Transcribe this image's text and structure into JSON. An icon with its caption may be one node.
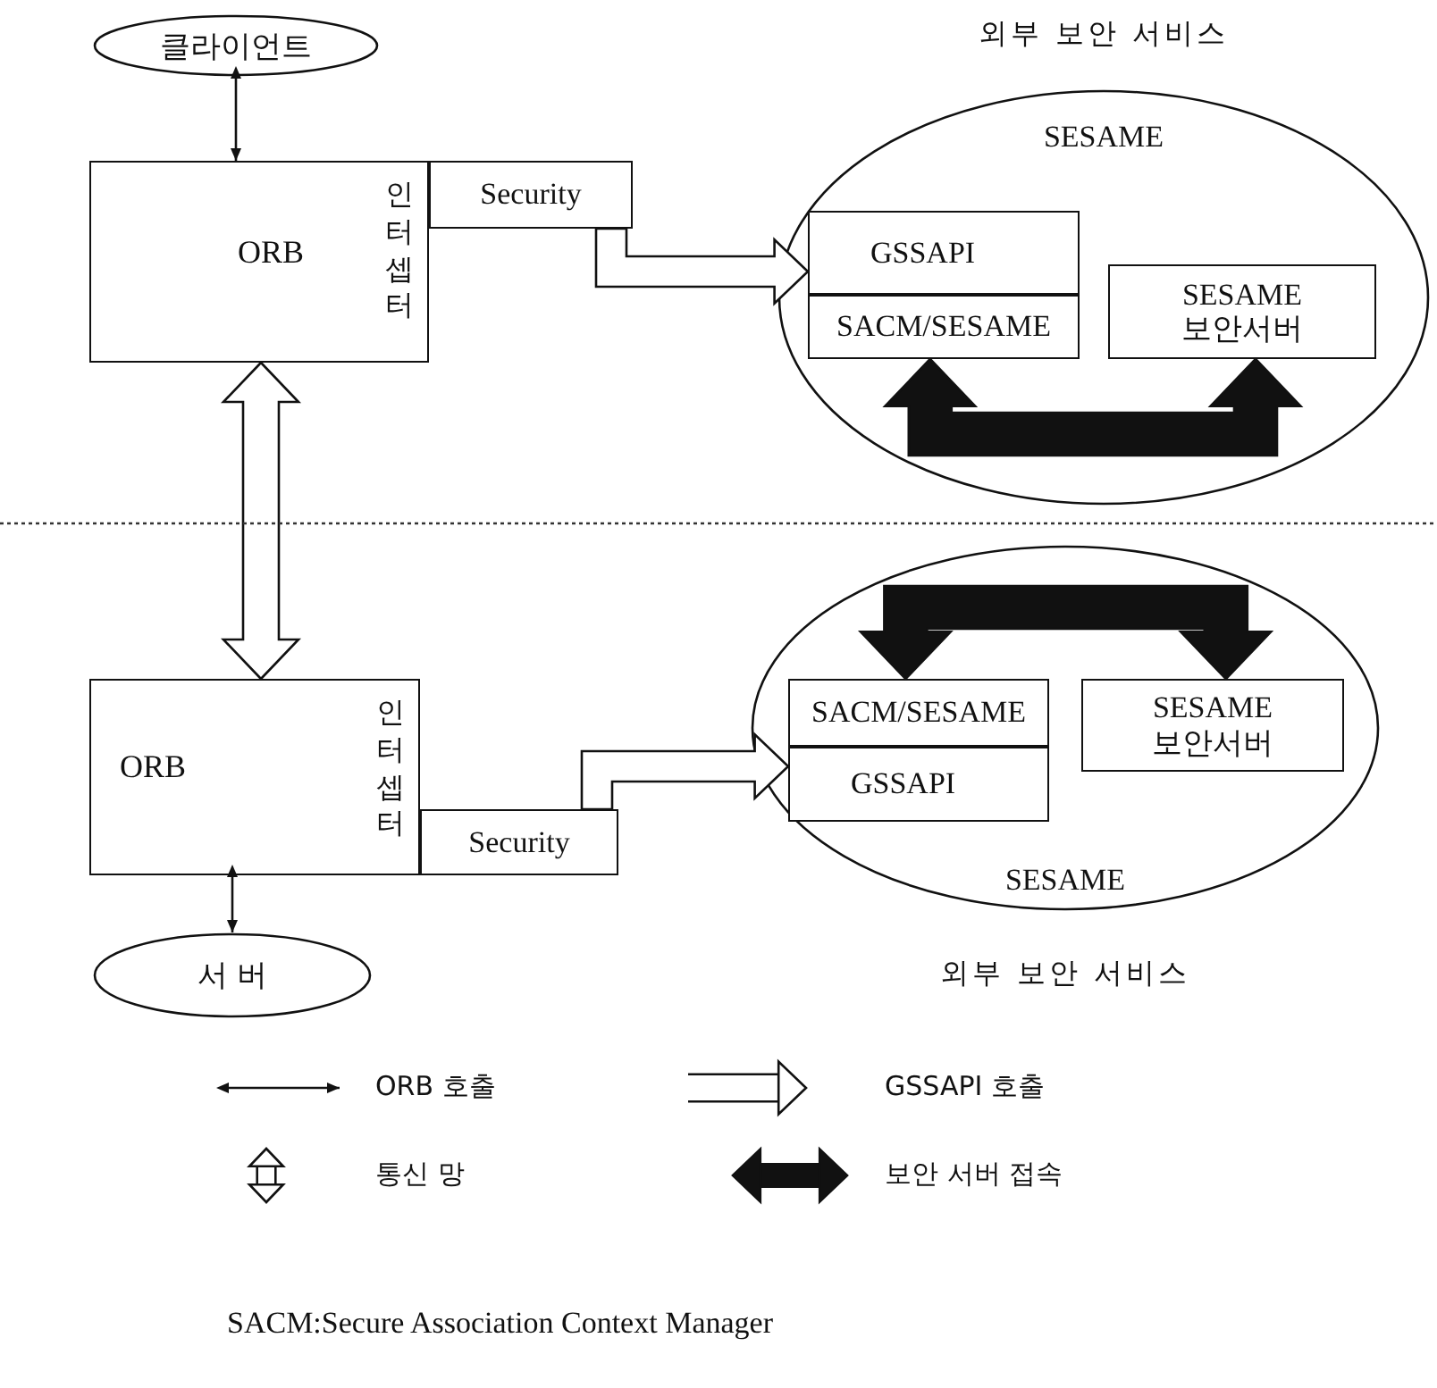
{
  "diagram": {
    "nodes": [
      {
        "text": [
          "클라이언트"
        ]
      },
      {
        "text": [
          "ORB",
          "인터셉터"
        ]
      },
      {
        "text": [
          "Security"
        ]
      },
      {
        "text": [
          "외부 보안 서비스",
          "SESAME"
        ]
      },
      {
        "text": [
          "GSSAPI"
        ],
        "in": 3
      },
      {
        "text": [
          "SACM/SESAME"
        ],
        "in": 3
      },
      {
        "text": [
          "SESAME 보안서버"
        ],
        "in": 3
      },
      {
        "text": [
          "ORB",
          "인터셉터"
        ]
      },
      {
        "text": [
          "Security"
        ]
      },
      {
        "text": [
          "SESAME",
          "외부 보안 서비스"
        ]
      },
      {
        "text": [
          "SACM/SESAME"
        ],
        "in": 9
      },
      {
        "text": [
          "GSSAPI"
        ],
        "in": 9
      },
      {
        "text": [
          "SESAME 보안서버"
        ],
        "in": 9
      },
      {
        "text": [
          "서 버"
        ]
      }
    ],
    "edges": [
      {
        "from": 0,
        "to": 1,
        "arrow": "both"
      },
      {
        "from": 1,
        "to": 7,
        "arrow": "both"
      },
      {
        "from": 2,
        "to": 4,
        "arrow": "to"
      },
      {
        "from": 5,
        "to": 6,
        "arrow": "both"
      },
      {
        "from": 10,
        "to": 12,
        "arrow": "both"
      },
      {
        "from": 8,
        "to": 11,
        "arrow": "to"
      },
      {
        "from": 7,
        "to": 13,
        "arrow": "both"
      }
    ],
    "labels": [
      "SACM:Secure Association Context Manager"
    ],
    "legend": [
      {
        "text": "ORB 호출"
      },
      {
        "text": "GSSAPI 호출"
      },
      {
        "text": "통신 망"
      },
      {
        "text": "보안 서버 접속"
      }
    ]
  }
}
